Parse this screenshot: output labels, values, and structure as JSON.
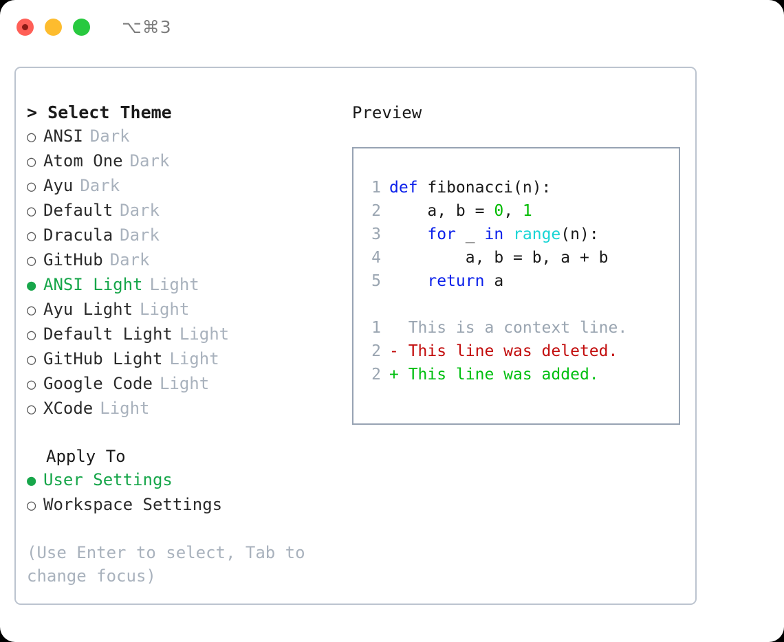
{
  "titlebar": {
    "shortcut": "⌥⌘3",
    "buttons": [
      {
        "name": "close",
        "color": "#ff5f57"
      },
      {
        "name": "minimize",
        "color": "#fdbc2e"
      },
      {
        "name": "maximize",
        "color": "#28c93f"
      }
    ]
  },
  "theme_picker": {
    "title": "> Select Theme",
    "options": [
      {
        "bullet": "○",
        "name": "ANSI",
        "tag": "Dark",
        "selected": false
      },
      {
        "bullet": "○",
        "name": "Atom One",
        "tag": "Dark",
        "selected": false
      },
      {
        "bullet": "○",
        "name": "Ayu",
        "tag": "Dark",
        "selected": false
      },
      {
        "bullet": "○",
        "name": "Default",
        "tag": "Dark",
        "selected": false
      },
      {
        "bullet": "○",
        "name": "Dracula",
        "tag": "Dark",
        "selected": false
      },
      {
        "bullet": "○",
        "name": "GitHub",
        "tag": "Dark",
        "selected": false
      },
      {
        "bullet": "●",
        "name": "ANSI Light",
        "tag": "Light",
        "selected": true
      },
      {
        "bullet": "○",
        "name": "Ayu Light",
        "tag": "Light",
        "selected": false
      },
      {
        "bullet": "○",
        "name": "Default Light",
        "tag": "Light",
        "selected": false
      },
      {
        "bullet": "○",
        "name": "GitHub Light",
        "tag": "Light",
        "selected": false
      },
      {
        "bullet": "○",
        "name": "Google Code",
        "tag": "Light",
        "selected": false
      },
      {
        "bullet": "○",
        "name": "XCode",
        "tag": "Light",
        "selected": false
      }
    ]
  },
  "apply_to": {
    "title": "Apply To",
    "options": [
      {
        "bullet": "●",
        "name": "User Settings",
        "selected": true
      },
      {
        "bullet": "○",
        "name": "Workspace Settings",
        "selected": false
      }
    ]
  },
  "hint": "(Use Enter to select, Tab to change focus)",
  "preview": {
    "title": "Preview",
    "code_lines": [
      {
        "no": "1",
        "tokens": [
          {
            "t": "def",
            "c": "kw"
          },
          {
            "t": " fibonacci(n):",
            "c": "plain"
          }
        ]
      },
      {
        "no": "2",
        "tokens": [
          {
            "t": "    a, b = ",
            "c": "plain"
          },
          {
            "t": "0",
            "c": "num"
          },
          {
            "t": ", ",
            "c": "plain"
          },
          {
            "t": "1",
            "c": "num"
          }
        ]
      },
      {
        "no": "3",
        "tokens": [
          {
            "t": "    ",
            "c": "plain"
          },
          {
            "t": "for",
            "c": "kw"
          },
          {
            "t": " _ ",
            "c": "plain"
          },
          {
            "t": "in",
            "c": "kw"
          },
          {
            "t": " ",
            "c": "plain"
          },
          {
            "t": "range",
            "c": "fn"
          },
          {
            "t": "(n):",
            "c": "plain"
          }
        ]
      },
      {
        "no": "4",
        "tokens": [
          {
            "t": "        a, b = b, a + b",
            "c": "plain"
          }
        ]
      },
      {
        "no": "5",
        "tokens": [
          {
            "t": "    ",
            "c": "plain"
          },
          {
            "t": "return",
            "c": "kw"
          },
          {
            "t": " a",
            "c": "plain"
          }
        ]
      }
    ],
    "diff_lines": [
      {
        "no": "1",
        "text": "  This is a context line.",
        "kind": "d-ctx"
      },
      {
        "no": "2",
        "text": "- This line was deleted.",
        "kind": "d-del"
      },
      {
        "no": "2",
        "text": "+ This line was added.",
        "kind": "d-add"
      }
    ]
  },
  "colors": {
    "accent_green": "#17a64a",
    "muted": "#a9b2bd",
    "keyword_blue": "#0b20ea",
    "number_green": "#00bb00",
    "function_cyan": "#17d5d5",
    "diff_delete": "#c20c0c",
    "diff_add": "#00bf10",
    "panel_border": "#bcc4cf",
    "preview_border": "#97a3b3"
  }
}
